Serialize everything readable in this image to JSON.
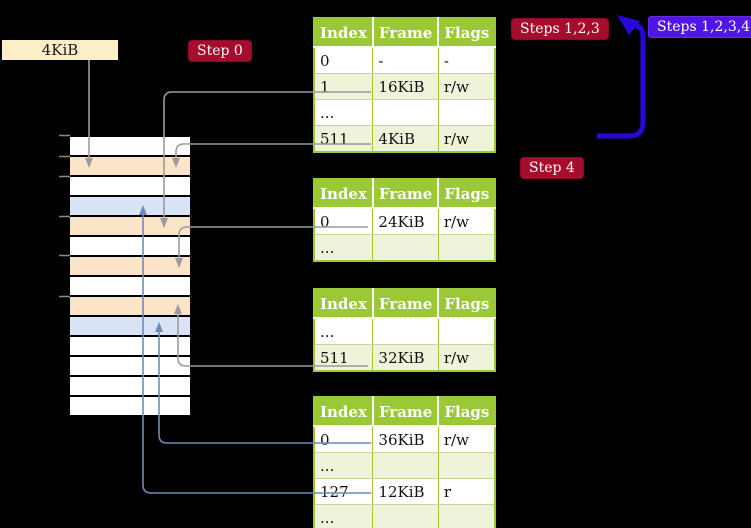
{
  "colors": {
    "background": "#000000",
    "table_header_green": "#9bc836",
    "table_row_alt_green": "#eef3da",
    "highlight_yellow": "#ffff8f",
    "memory_peach": "#fce4c9",
    "memory_blue": "#d8e4f5",
    "memory_white": "#ffffff",
    "frame_label_beige": "#fceec6",
    "badge_crimson": "#a60c2c",
    "badge_blue_violet": "#5016e8",
    "arrow_gray": "#9b9b9b",
    "arrow_steel_blue": "#6b8cba",
    "arrow_thick_blue": "#2a06dd"
  },
  "frame_label": {
    "text": "4KiB"
  },
  "badges": {
    "step0": "Step 0",
    "steps123": "Steps 1,2,3",
    "steps1234": "Steps 1,2,3,4",
    "step4": "Step 4"
  },
  "memory": {
    "rows": [
      "white",
      "peach",
      "white",
      "blue",
      "peach",
      "white",
      "peach",
      "white",
      "peach",
      "blue",
      "white",
      "white",
      "white",
      "white"
    ]
  },
  "tables": [
    {
      "headers": [
        "Index",
        "Frame",
        "Flags"
      ],
      "rows": [
        {
          "c": [
            "0",
            "-",
            "-"
          ]
        },
        {
          "c": [
            "1",
            "16KiB",
            "r/w"
          ]
        },
        {
          "c": [
            "...",
            "",
            ""
          ]
        },
        {
          "c": [
            "511",
            "4KiB",
            "r/w"
          ],
          "highlighted": true
        }
      ]
    },
    {
      "headers": [
        "Index",
        "Frame",
        "Flags"
      ],
      "rows": [
        {
          "c": [
            "0",
            "24KiB",
            "r/w"
          ]
        },
        {
          "c": [
            "...",
            "",
            ""
          ]
        }
      ]
    },
    {
      "headers": [
        "Index",
        "Frame",
        "Flags"
      ],
      "rows": [
        {
          "c": [
            "...",
            "",
            ""
          ]
        },
        {
          "c": [
            "511",
            "32KiB",
            "r/w"
          ]
        }
      ]
    },
    {
      "headers": [
        "Index",
        "Frame",
        "Flags"
      ],
      "rows": [
        {
          "c": [
            "0",
            "36KiB",
            "r/w"
          ]
        },
        {
          "c": [
            "...",
            "",
            ""
          ]
        },
        {
          "c": [
            "127",
            "12KiB",
            "r"
          ]
        },
        {
          "c": [
            "...",
            "",
            ""
          ]
        }
      ]
    }
  ],
  "connections": [
    {
      "from": "frame-label-4KiB",
      "to": "memory-frame-4KiB",
      "style": "gray"
    },
    {
      "from": "table1-entry-1",
      "to": "memory-frame-16KiB",
      "style": "gray"
    },
    {
      "from": "table1-entry-511",
      "to": "memory-frame-4KiB",
      "style": "gray"
    },
    {
      "from": "table2-entry-0",
      "to": "memory-frame-24KiB",
      "style": "gray"
    },
    {
      "from": "table3-entry-511",
      "to": "memory-frame-32KiB",
      "style": "gray"
    },
    {
      "from": "table4-entry-0",
      "to": "memory-frame-36KiB",
      "style": "blue"
    },
    {
      "from": "table4-entry-127",
      "to": "memory-frame-12KiB",
      "style": "blue"
    },
    {
      "from": "table1-entry-511",
      "to": "table1-top",
      "style": "thick-blue-loop"
    }
  ]
}
